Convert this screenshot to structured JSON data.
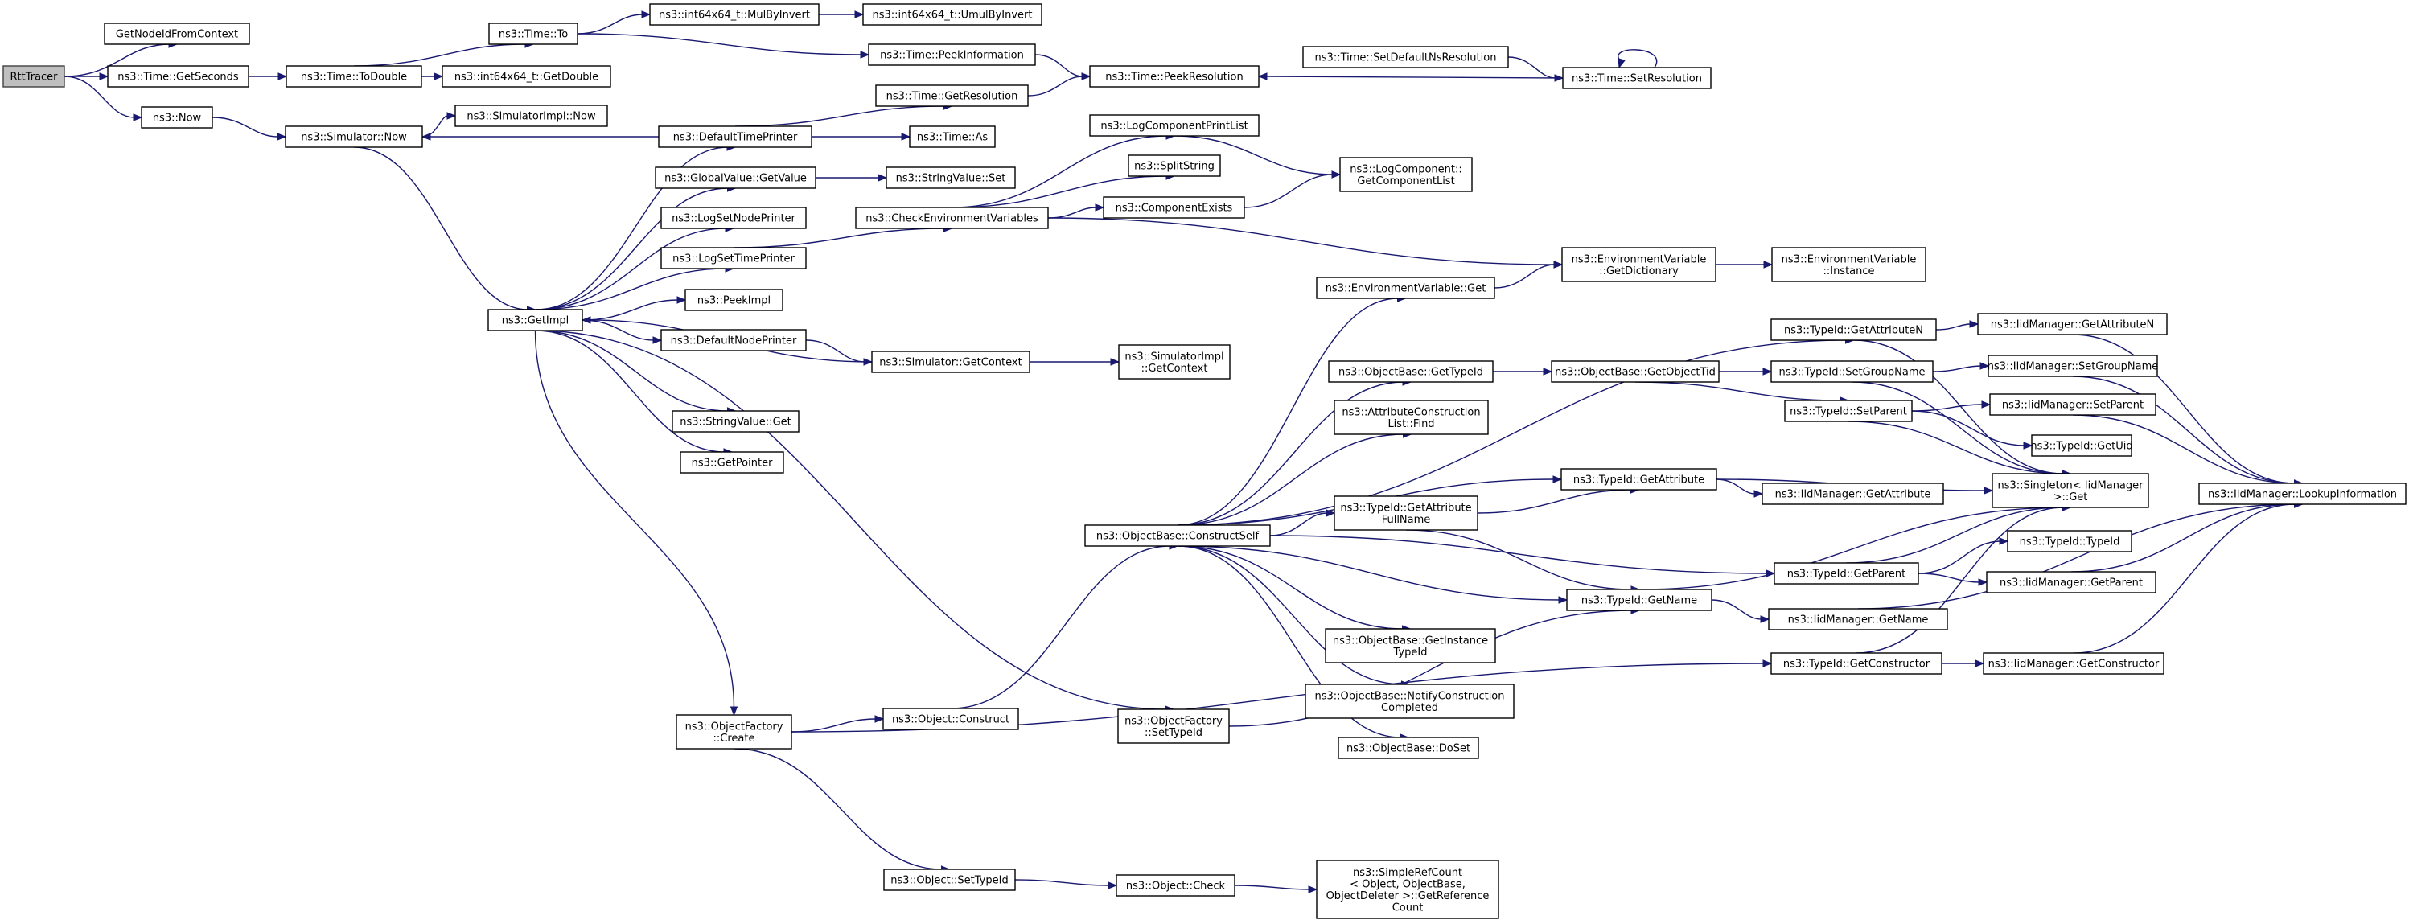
{
  "diagram": {
    "root": "RttTracer",
    "nodes": {
      "rtt": [
        "RttTracer"
      ],
      "getnode": [
        "GetNodeIdFromContext"
      ],
      "getsec": [
        "ns3::Time::GetSeconds"
      ],
      "now": [
        "ns3::Now"
      ],
      "timeto": [
        "ns3::Time::To"
      ],
      "todouble": [
        "ns3::Time::ToDouble"
      ],
      "mulbyinv": [
        "ns3::int64x64_t::MulByInvert"
      ],
      "umulbyinv": [
        "ns3::int64x64_t::UmulByInvert"
      ],
      "i64getdouble": [
        "ns3::int64x64_t::GetDouble"
      ],
      "peekinfo": [
        "ns3::Time::PeekInformation"
      ],
      "peekres": [
        "ns3::Time::PeekResolution"
      ],
      "setdefns": [
        "ns3::Time::SetDefaultNsResolution"
      ],
      "setres": [
        "ns3::Time::SetResolution"
      ],
      "simnow": [
        "ns3::Simulator::Now"
      ],
      "simimplnow": [
        "ns3::SimulatorImpl::Now"
      ],
      "deftp": [
        "ns3::DefaultTimePrinter"
      ],
      "getres": [
        "ns3::Time::GetResolution"
      ],
      "timeas": [
        "ns3::Time::As"
      ],
      "gvgetvalue": [
        "ns3::GlobalValue::GetValue"
      ],
      "svset": [
        "ns3::StringValue::Set"
      ],
      "logsetnp": [
        "ns3::LogSetNodePrinter"
      ],
      "logsettp": [
        "ns3::LogSetTimePrinter"
      ],
      "checkenv": [
        "ns3::CheckEnvironmentVariables"
      ],
      "lcprintlist": [
        "ns3::LogComponentPrintList"
      ],
      "splitstring": [
        "ns3::SplitString"
      ],
      "compexists": [
        "ns3::ComponentExists"
      ],
      "lcgetlist": [
        "ns3::LogComponent::",
        "GetComponentList"
      ],
      "peekimpl": [
        "ns3::PeekImpl"
      ],
      "getimpl": [
        "ns3::GetImpl"
      ],
      "defnp": [
        "ns3::DefaultNodePrinter"
      ],
      "simgetctx": [
        "ns3::Simulator::GetContext"
      ],
      "simimplgetctx": [
        "ns3::SimulatorImpl",
        "::GetContext"
      ],
      "svget": [
        "ns3::StringValue::Get"
      ],
      "getpointer": [
        "ns3::GetPointer"
      ],
      "envget": [
        "ns3::EnvironmentVariable::Get"
      ],
      "envgetdict": [
        "ns3::EnvironmentVariable",
        "::GetDictionary"
      ],
      "envinstance": [
        "ns3::EnvironmentVariable",
        "::Instance"
      ],
      "tidgetattrn": [
        "ns3::TypeId::GetAttributeN"
      ],
      "iidgetattrn": [
        "ns3::IidManager::GetAttributeN"
      ],
      "obgettypeid": [
        "ns3::ObjectBase::GetTypeId"
      ],
      "obgetobjtid": [
        "ns3::ObjectBase::GetObjectTid"
      ],
      "tidsetgroup": [
        "ns3::TypeId::SetGroupName"
      ],
      "iidsetgroup": [
        "ns3::IidManager::SetGroupName"
      ],
      "tidsetparent": [
        "ns3::TypeId::SetParent"
      ],
      "iidsetparent": [
        "ns3::IidManager::SetParent"
      ],
      "tidgetuid": [
        "ns3::TypeId::GetUid"
      ],
      "acfind": [
        "ns3::AttributeConstruction",
        "List::Find"
      ],
      "tidgetattr": [
        "ns3::TypeId::GetAttribute"
      ],
      "iidgetattr": [
        "ns3::IidManager::GetAttribute"
      ],
      "singleton": [
        "ns3::Singleton< IidManager",
        " >::Get"
      ],
      "iidlookup": [
        "ns3::IidManager::LookupInformation"
      ],
      "obconstruct": [
        "ns3::ObjectBase::ConstructSelf"
      ],
      "tidgetattrfull": [
        "ns3::TypeId::GetAttribute",
        "FullName"
      ],
      "tidgetparent": [
        "ns3::TypeId::GetParent"
      ],
      "tidtypeid": [
        "ns3::TypeId::TypeId"
      ],
      "iidgetparent": [
        "ns3::IidManager::GetParent"
      ],
      "tidgetname": [
        "ns3::TypeId::GetName"
      ],
      "iidgetname": [
        "ns3::IidManager::GetName"
      ],
      "tidgetctor": [
        "ns3::TypeId::GetConstructor"
      ],
      "iidgetctor": [
        "ns3::IidManager::GetConstructor"
      ],
      "obgetinst": [
        "ns3::ObjectBase::GetInstance",
        "TypeId"
      ],
      "obnotify": [
        "ns3::ObjectBase::NotifyConstruction",
        "Completed"
      ],
      "obdoset": [
        "ns3::ObjectBase::DoSet"
      ],
      "ofcreate": [
        "ns3::ObjectFactory",
        "::Create"
      ],
      "objconstruct": [
        "ns3::Object::Construct"
      ],
      "ofsettypeid": [
        "ns3::ObjectFactory",
        "::SetTypeId"
      ],
      "objsettypeid": [
        "ns3::Object::SetTypeId"
      ],
      "objcheck": [
        "ns3::Object::Check"
      ],
      "simplerefcount": [
        "ns3::SimpleRefCount",
        "< Object, ObjectBase,",
        "ObjectDeleter >::GetReference",
        "Count"
      ]
    },
    "edges": [
      [
        "rtt",
        "getnode"
      ],
      [
        "rtt",
        "getsec"
      ],
      [
        "rtt",
        "now"
      ],
      [
        "getsec",
        "todouble"
      ],
      [
        "todouble",
        "timeto"
      ],
      [
        "todouble",
        "i64getdouble"
      ],
      [
        "timeto",
        "mulbyinv"
      ],
      [
        "timeto",
        "peekinfo"
      ],
      [
        "mulbyinv",
        "umulbyinv"
      ],
      [
        "peekinfo",
        "peekres"
      ],
      [
        "setdefns",
        "setres"
      ],
      [
        "setres",
        "peekres"
      ],
      [
        "setres",
        "setres"
      ],
      [
        "now",
        "simnow"
      ],
      [
        "simnow",
        "simimplnow"
      ],
      [
        "simnow",
        "getimpl"
      ],
      [
        "deftp",
        "simnow"
      ],
      [
        "deftp",
        "getres"
      ],
      [
        "deftp",
        "timeas"
      ],
      [
        "getres",
        "peekres"
      ],
      [
        "gvgetvalue",
        "svset"
      ],
      [
        "logsettp",
        "checkenv"
      ],
      [
        "checkenv",
        "lcprintlist"
      ],
      [
        "checkenv",
        "splitstring"
      ],
      [
        "checkenv",
        "compexists"
      ],
      [
        "checkenv",
        "envgetdict"
      ],
      [
        "lcprintlist",
        "lcgetlist"
      ],
      [
        "compexists",
        "lcgetlist"
      ],
      [
        "getimpl",
        "deftp"
      ],
      [
        "getimpl",
        "gvgetvalue"
      ],
      [
        "getimpl",
        "logsetnp"
      ],
      [
        "getimpl",
        "logsettp"
      ],
      [
        "getimpl",
        "peekimpl"
      ],
      [
        "getimpl",
        "defnp"
      ],
      [
        "getimpl",
        "svget"
      ],
      [
        "getimpl",
        "getpointer"
      ],
      [
        "getimpl",
        "ofcreate"
      ],
      [
        "getimpl",
        "ofsettypeid"
      ],
      [
        "defnp",
        "simgetctx"
      ],
      [
        "simgetctx",
        "getimpl"
      ],
      [
        "simgetctx",
        "simimplgetctx"
      ],
      [
        "envget",
        "envgetdict"
      ],
      [
        "envgetdict",
        "envinstance"
      ],
      [
        "obconstruct",
        "envget"
      ],
      [
        "obconstruct",
        "tidgetattrn"
      ],
      [
        "obconstruct",
        "obgettypeid"
      ],
      [
        "obconstruct",
        "acfind"
      ],
      [
        "obconstruct",
        "tidgetattr"
      ],
      [
        "obconstruct",
        "tidgetattrfull"
      ],
      [
        "obconstruct",
        "tidgetparent"
      ],
      [
        "obconstruct",
        "tidgetname"
      ],
      [
        "obconstruct",
        "obgetinst"
      ],
      [
        "obconstruct",
        "obnotify"
      ],
      [
        "obconstruct",
        "obdoset"
      ],
      [
        "obgettypeid",
        "obgetobjtid"
      ],
      [
        "obgetobjtid",
        "tidsetgroup"
      ],
      [
        "obgetobjtid",
        "tidsetparent"
      ],
      [
        "tidsetgroup",
        "iidsetgroup"
      ],
      [
        "tidsetgroup",
        "singleton"
      ],
      [
        "tidsetparent",
        "iidsetparent"
      ],
      [
        "tidsetparent",
        "tidgetuid"
      ],
      [
        "tidsetparent",
        "singleton"
      ],
      [
        "tidgetattrn",
        "iidgetattrn"
      ],
      [
        "tidgetattrn",
        "singleton"
      ],
      [
        "iidgetattrn",
        "iidlookup"
      ],
      [
        "iidsetgroup",
        "iidlookup"
      ],
      [
        "iidsetparent",
        "iidlookup"
      ],
      [
        "iidgetparent",
        "iidlookup"
      ],
      [
        "iidgetname",
        "iidlookup"
      ],
      [
        "iidgetctor",
        "iidlookup"
      ],
      [
        "tidgetattr",
        "iidgetattr"
      ],
      [
        "tidgetattr",
        "singleton"
      ],
      [
        "tidgetattrfull",
        "tidgetattr"
      ],
      [
        "tidgetattrfull",
        "tidgetname"
      ],
      [
        "tidgetparent",
        "tidtypeid"
      ],
      [
        "tidgetparent",
        "iidgetparent"
      ],
      [
        "tidgetparent",
        "singleton"
      ],
      [
        "tidgetname",
        "iidgetname"
      ],
      [
        "tidgetname",
        "singleton"
      ],
      [
        "tidgetctor",
        "iidgetctor"
      ],
      [
        "tidgetctor",
        "singleton"
      ],
      [
        "ofcreate",
        "objconstruct"
      ],
      [
        "ofcreate",
        "objsettypeid"
      ],
      [
        "ofcreate",
        "tidgetctor"
      ],
      [
        "objconstruct",
        "obconstruct"
      ],
      [
        "ofsettypeid",
        "tidgetname"
      ],
      [
        "objsettypeid",
        "objcheck"
      ],
      [
        "objcheck",
        "simplerefcount"
      ]
    ]
  }
}
